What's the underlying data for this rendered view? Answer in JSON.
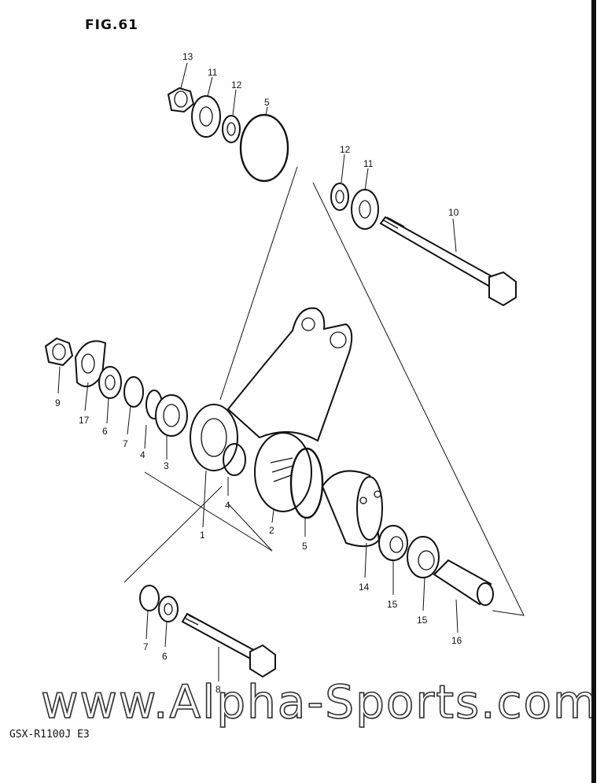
{
  "figure": {
    "title": "FIG.61"
  },
  "model": {
    "label": "GSX-R1100J  E3"
  },
  "watermark": {
    "text": "www.Alpha-Sports.com"
  },
  "callouts": {
    "c13": "13",
    "c11a": "11",
    "c12a": "12",
    "c5a": "5",
    "c12b": "12",
    "c11b": "11",
    "c10": "10",
    "c9": "9",
    "c17": "17",
    "c6a": "6",
    "c7a": "7",
    "c4a": "4",
    "c3": "3",
    "c4b": "4",
    "c1": "1",
    "c2": "2",
    "c5b": "5",
    "c14": "14",
    "c15a": "15",
    "c15b": "15",
    "c16": "16",
    "c7b": "7",
    "c6b": "6",
    "c8": "8"
  },
  "icons": [
    "nut-icon",
    "washer-icon",
    "bolt-icon",
    "bearing-icon",
    "swing-arm-link-icon",
    "circlip-icon"
  ]
}
